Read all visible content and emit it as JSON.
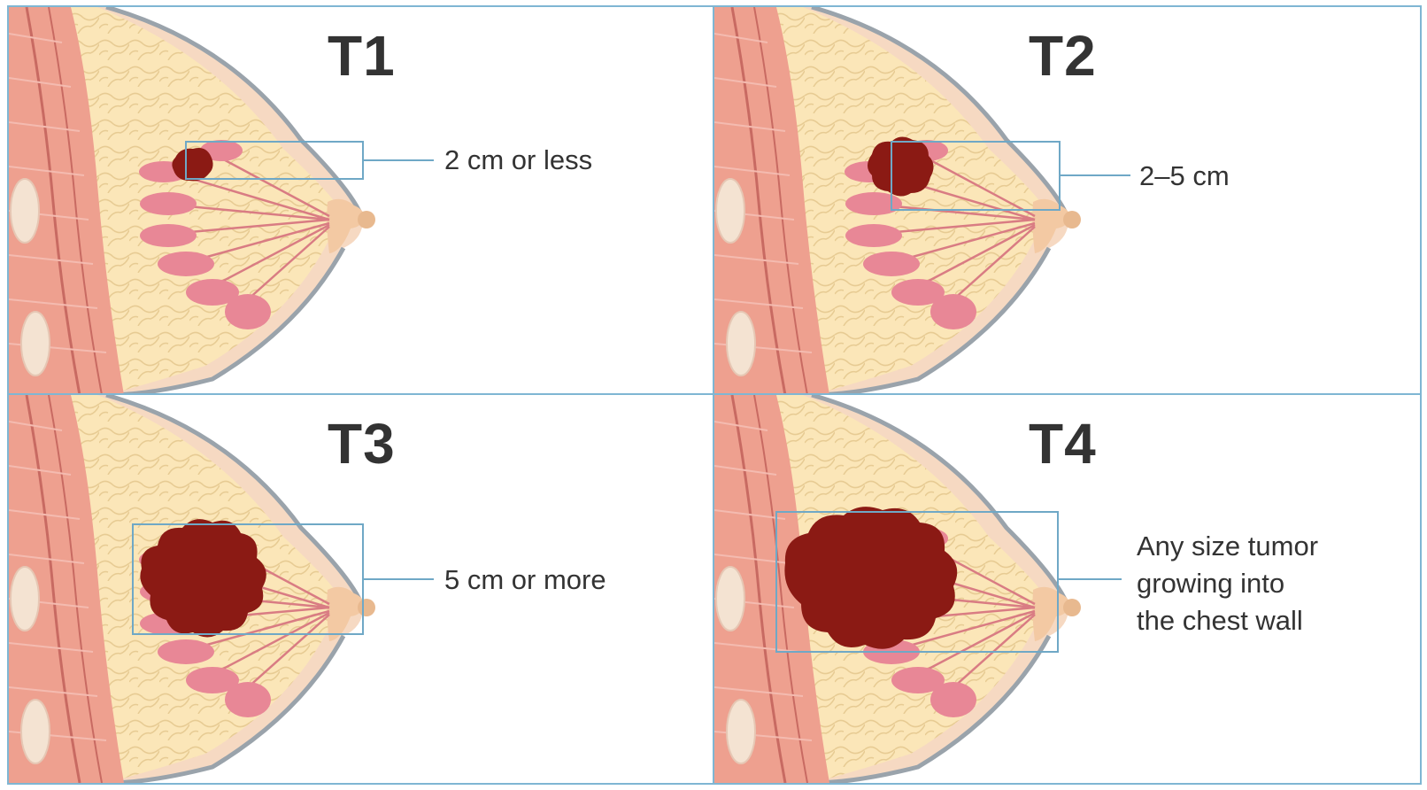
{
  "panels": [
    {
      "stage": "T1",
      "label": "2 cm or less"
    },
    {
      "stage": "T2",
      "label": "2–5 cm"
    },
    {
      "stage": "T3",
      "label": "5 cm or more"
    },
    {
      "stage": "T4",
      "label": "Any size tumor\ngrowing into\nthe chest wall"
    }
  ],
  "colors": {
    "border": "#7fb6d3",
    "skin": "#f6d9c2",
    "fat": "#fbe6b8",
    "muscle": "#eea08f",
    "lobule": "#e88796",
    "tumor": "#8b1a14",
    "text": "#333333"
  }
}
